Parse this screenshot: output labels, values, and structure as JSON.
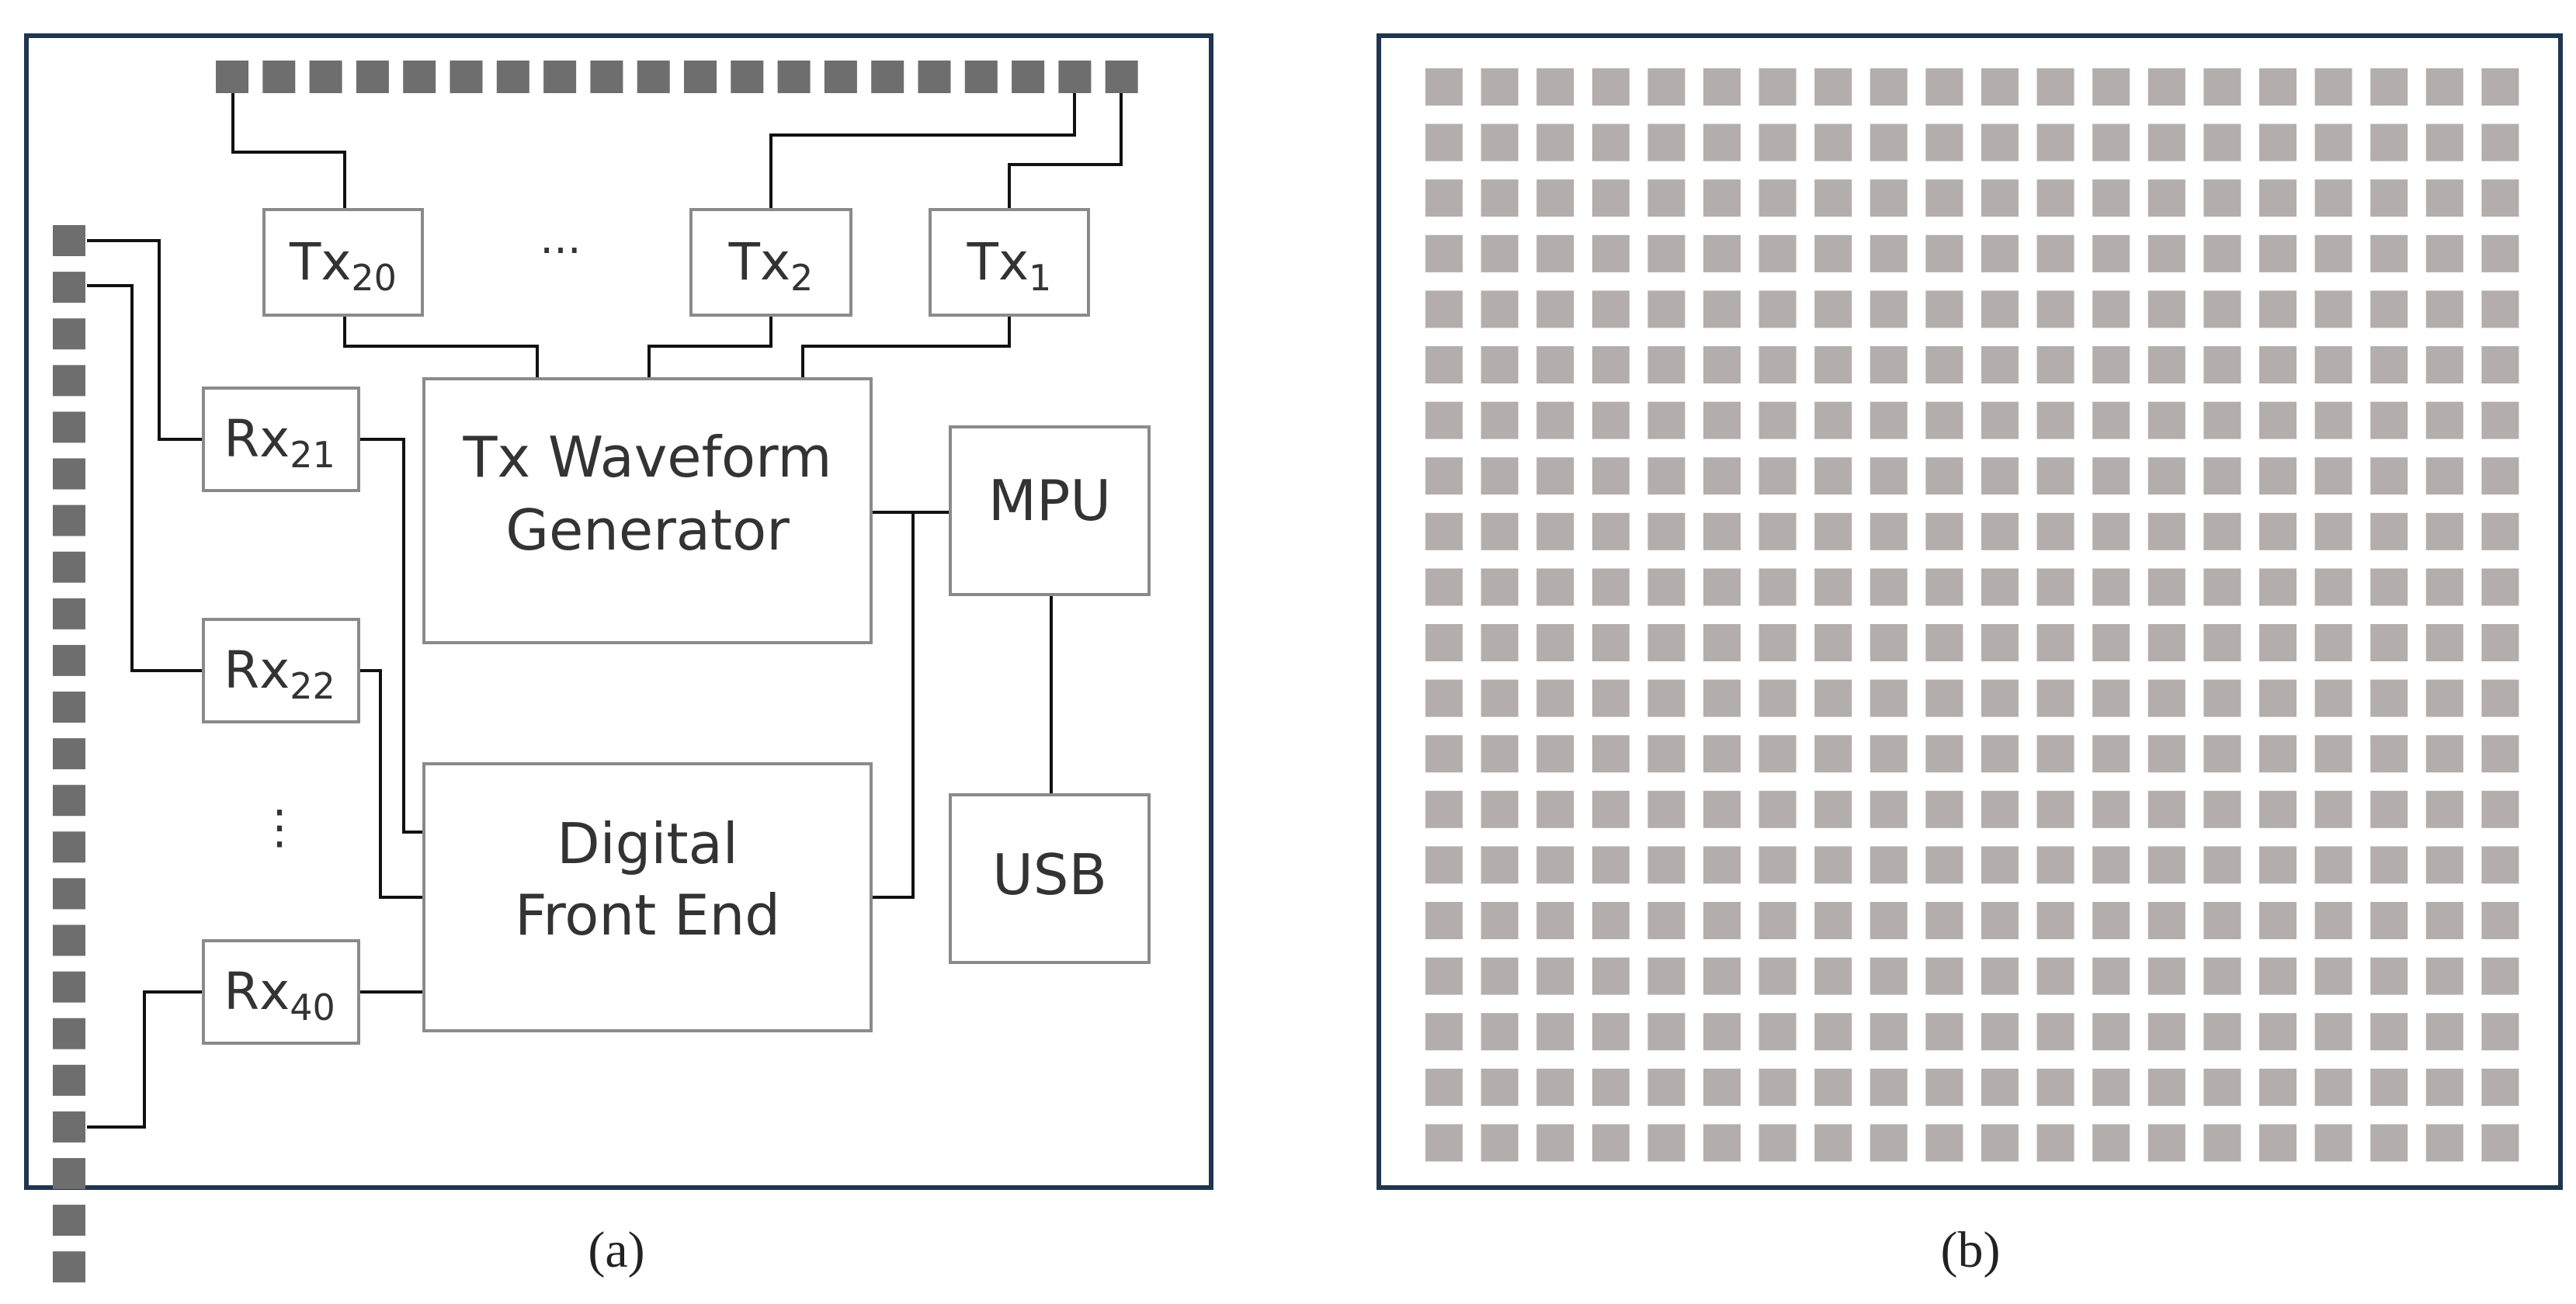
{
  "panel_a": {
    "caption": "(a)",
    "tx_blocks": [
      {
        "base": "Tx",
        "sub": "20"
      },
      {
        "base": "Tx",
        "sub": "2"
      },
      {
        "base": "Tx",
        "sub": "1"
      }
    ],
    "tx_ellipsis": "···",
    "rx_blocks": [
      {
        "base": "Rx",
        "sub": "21"
      },
      {
        "base": "Rx",
        "sub": "22"
      },
      {
        "base": "Rx",
        "sub": "40"
      }
    ],
    "rx_ellipsis": "⋮",
    "tx_generator": {
      "line1": "Tx Waveform",
      "line2": "Generator"
    },
    "digital_front_end": {
      "line1": "Digital",
      "line2": "Front End"
    },
    "mpu": "MPU",
    "usb": "USB",
    "top_antenna_count": 20,
    "left_antenna_count": 23
  },
  "panel_b": {
    "caption": "(b)",
    "grid_rows": 20,
    "grid_cols": 20
  },
  "colors": {
    "frame": "#1f3550",
    "line": "#111111",
    "block_border": "#8a8a8a",
    "antenna_dark": "#6e6e6e",
    "antenna_light": "#b3aeab"
  }
}
